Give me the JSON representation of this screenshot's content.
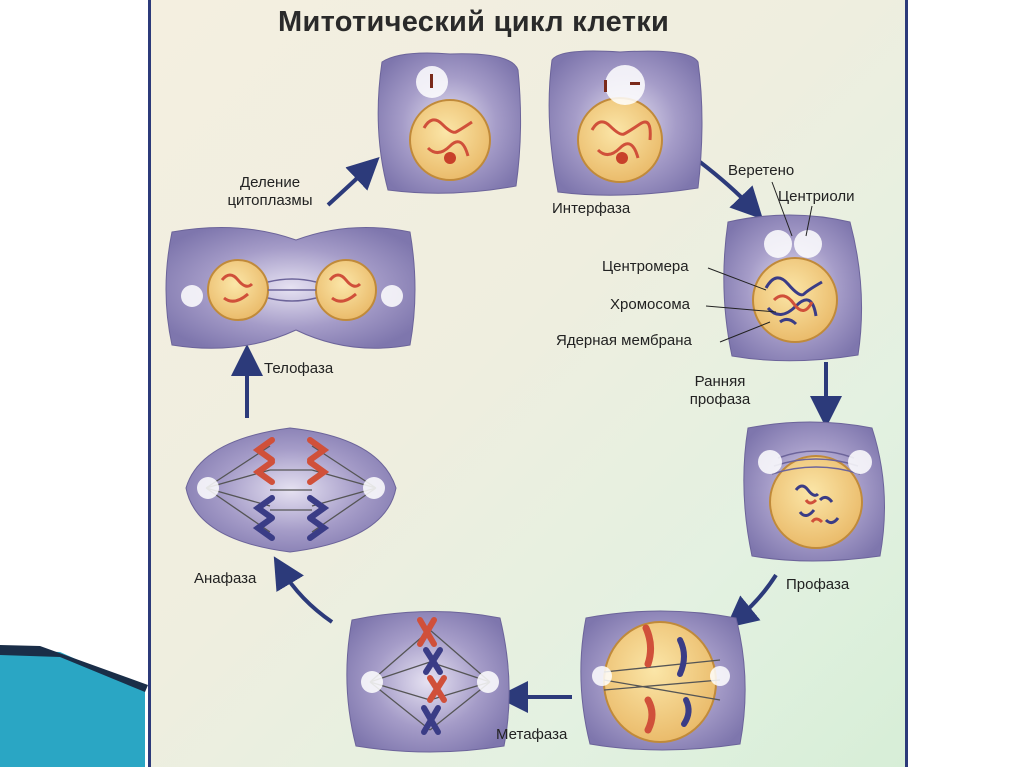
{
  "title": "Митотический цикл клетки",
  "stages": {
    "interphase": "Интерфаза",
    "early_prophase_line1": "Ранняя",
    "early_prophase_line2": "профаза",
    "prophase": "Профаза",
    "metaphase": "Метафаза",
    "anaphase": "Анафаза",
    "telophase": "Телофаза",
    "cytokinesis_line1": "Деление",
    "cytokinesis_line2": "цитоплазмы"
  },
  "structures": {
    "spindle": "Веретено",
    "centrioles": "Центриоли",
    "centromere": "Центромера",
    "chromosome": "Хромосома",
    "nuclear_membrane": "Ядерная мембрана"
  },
  "colors": {
    "cell": "#8f86b6",
    "nucleus": "#f0c878",
    "chromatin": "#d0503a",
    "chromosome_blue": "#3a3c86",
    "arrow": "#2c3a7a",
    "frame": "#2c3a7a"
  }
}
